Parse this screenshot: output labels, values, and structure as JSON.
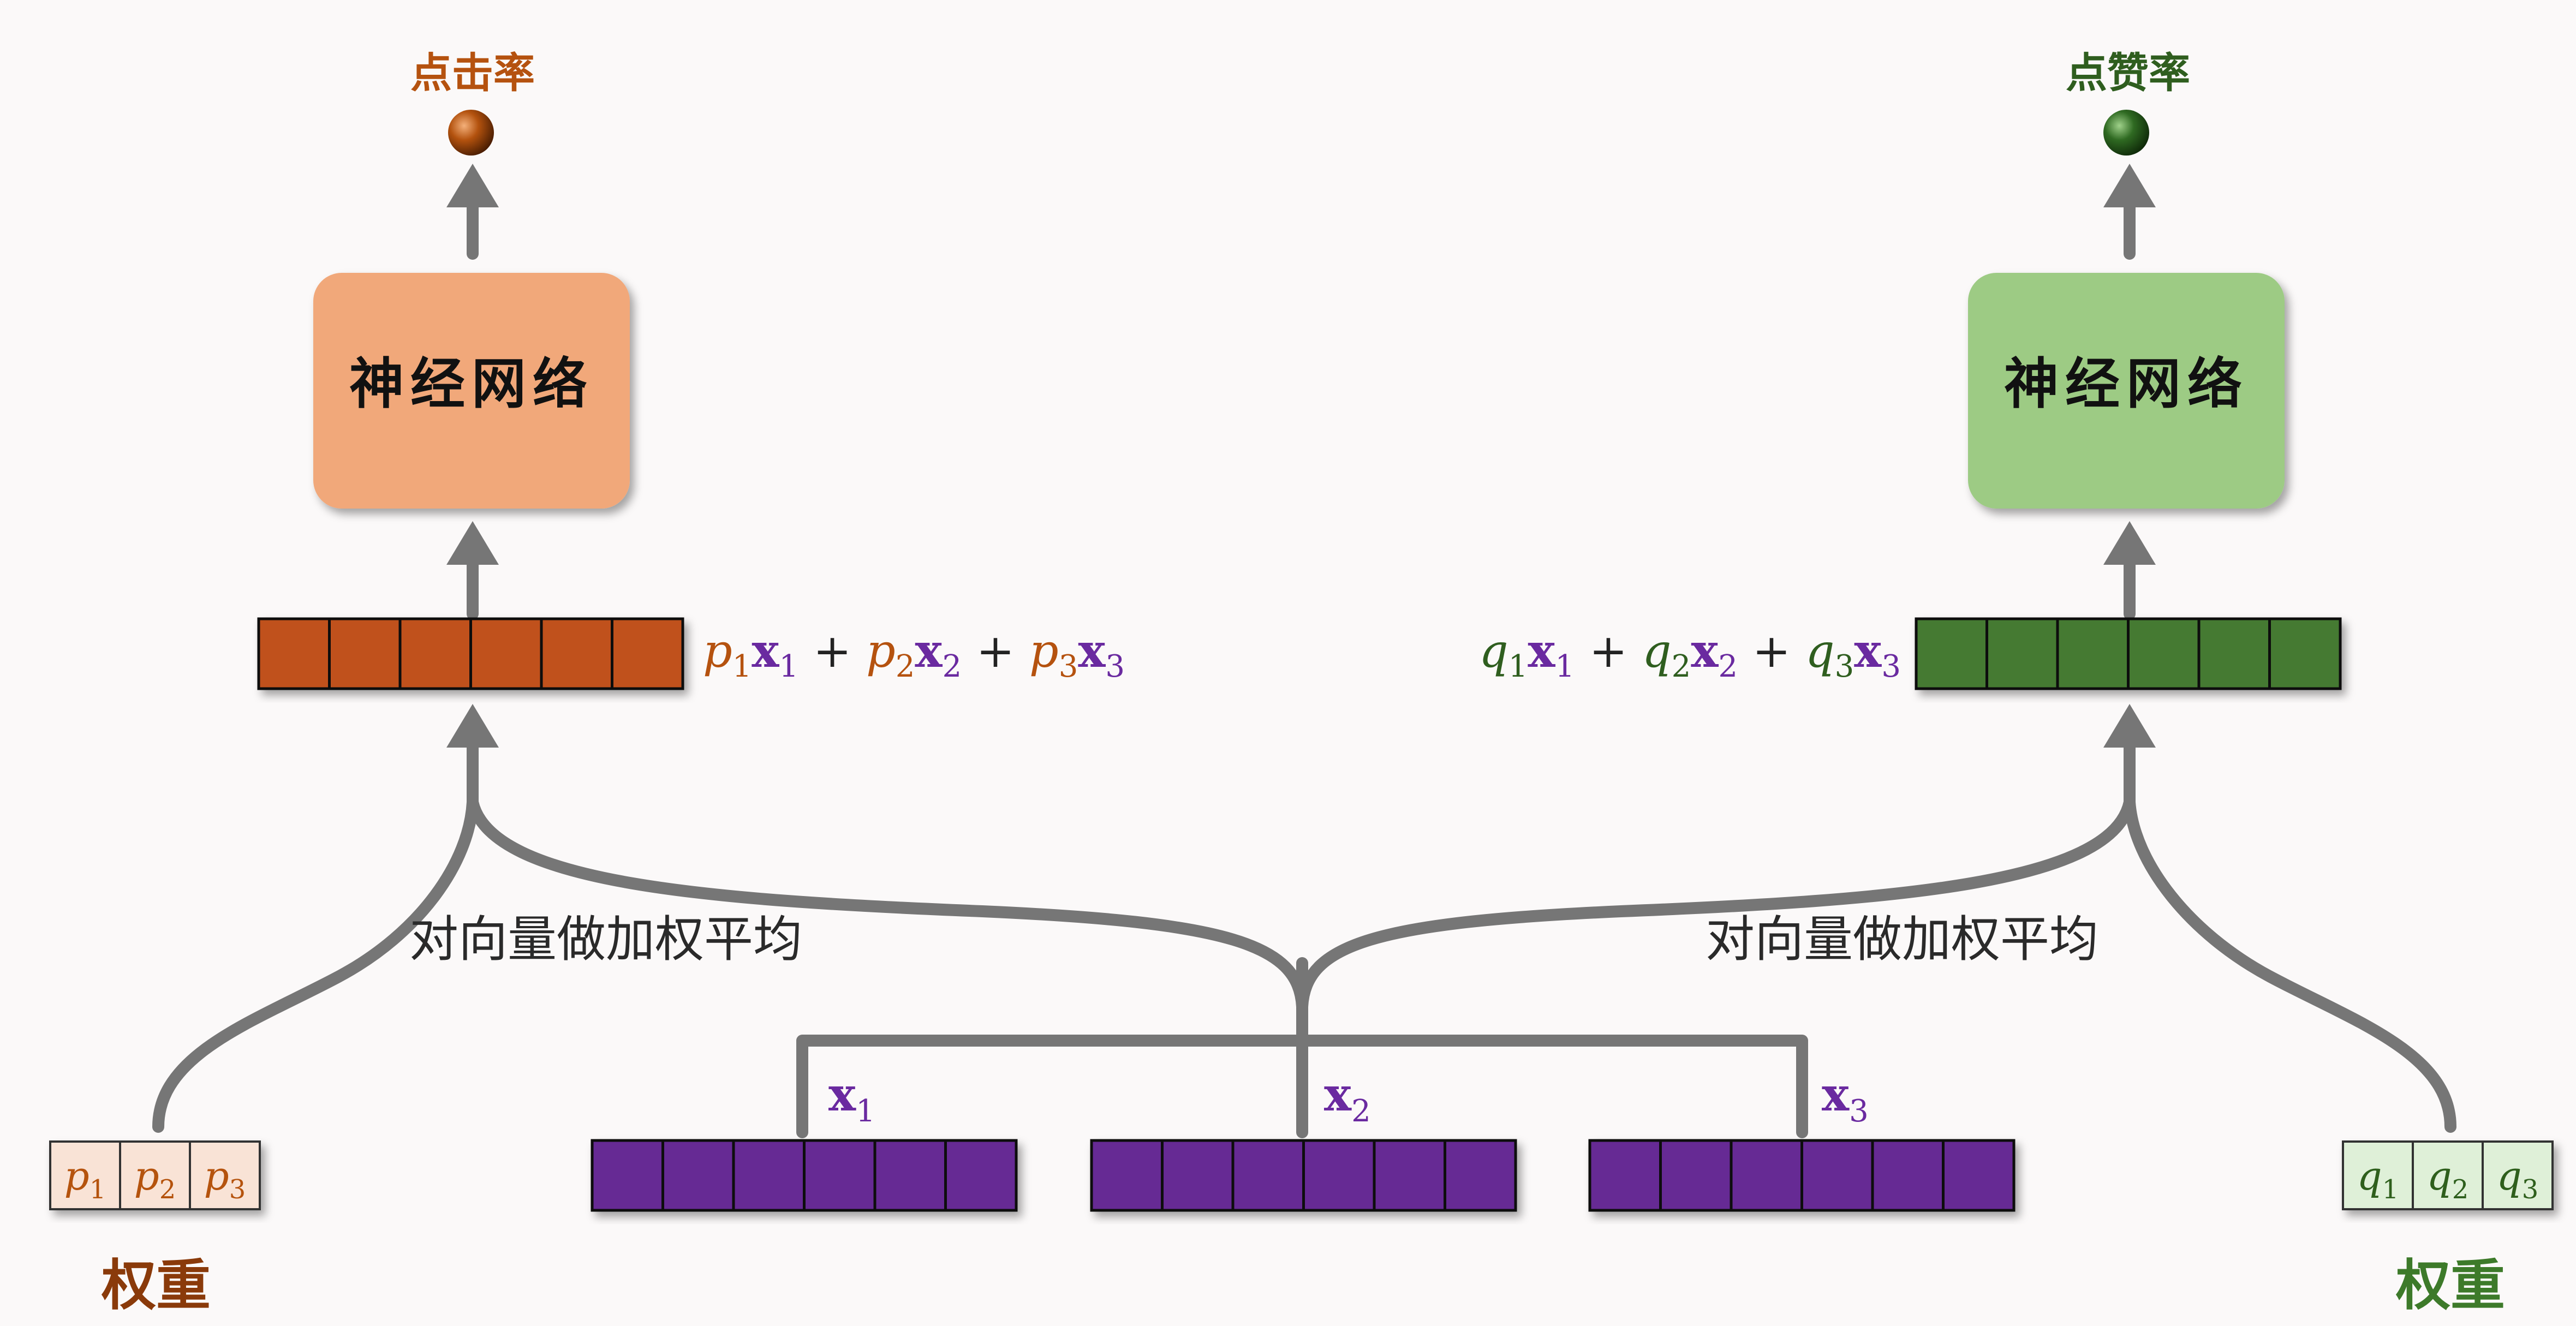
{
  "colors": {
    "background": "#fbf9f9",
    "left_accent": "#b5520f",
    "left_box": "#f1a87a",
    "left_vector": "#c0511a",
    "right_accent": "#2f5e1f",
    "right_box": "#9dcb84",
    "right_vector": "#447a30",
    "input_vector": "#662a94",
    "input_label": "#6a2aa0",
    "arrow": "#767676",
    "text": "#222222",
    "left_weight_fill": "#f9e3d6",
    "right_weight_fill": "#dff0d8"
  },
  "left_tower": {
    "output_label": "点击率",
    "network_label": "神经网络",
    "weighted_label": "对向量做加权平均",
    "formula": [
      {
        "coef": "p",
        "sub": "1",
        "vec": "x",
        "vsub": "1"
      },
      {
        "coef": "p",
        "sub": "2",
        "vec": "x",
        "vsub": "2"
      },
      {
        "coef": "p",
        "sub": "3",
        "vec": "x",
        "vsub": "3"
      }
    ],
    "weights": [
      {
        "sym": "p",
        "sub": "1"
      },
      {
        "sym": "p",
        "sub": "2"
      },
      {
        "sym": "p",
        "sub": "3"
      }
    ],
    "weights_caption": "权重",
    "vector_cells": 6
  },
  "right_tower": {
    "output_label": "点赞率",
    "network_label": "神经网络",
    "weighted_label": "对向量做加权平均",
    "formula": [
      {
        "coef": "q",
        "sub": "1",
        "vec": "x",
        "vsub": "1"
      },
      {
        "coef": "q",
        "sub": "2",
        "vec": "x",
        "vsub": "2"
      },
      {
        "coef": "q",
        "sub": "3",
        "vec": "x",
        "vsub": "3"
      }
    ],
    "weights": [
      {
        "sym": "q",
        "sub": "1"
      },
      {
        "sym": "q",
        "sub": "2"
      },
      {
        "sym": "q",
        "sub": "3"
      }
    ],
    "weights_caption": "权重",
    "vector_cells": 6
  },
  "inputs": [
    {
      "sym": "x",
      "sub": "1",
      "cells": 6
    },
    {
      "sym": "x",
      "sub": "2",
      "cells": 6
    },
    {
      "sym": "x",
      "sub": "3",
      "cells": 6
    }
  ],
  "plus_sign": "+"
}
